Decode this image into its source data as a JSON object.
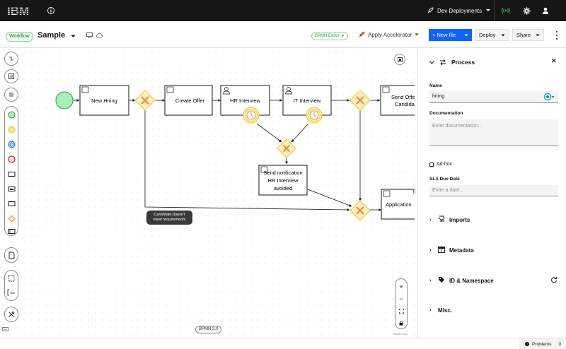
{
  "masthead": {
    "logo": "IBM",
    "deployment_label": "Dev Deployments",
    "icons": [
      "info-icon",
      "rocket-icon",
      "chevron-down-icon",
      "broadcast-icon",
      "settings-icon",
      "user-icon"
    ]
  },
  "toolbar": {
    "tag": "Workflow",
    "file_name": "Sample",
    "editor_tag": "BPMN Editor",
    "accelerator_label": "Apply Accelerator",
    "new_file_label": "+ New file",
    "deploy_label": "Deploy",
    "share_label": "Share",
    "colors": {
      "primary": "#0f62fe",
      "dark": "#161616",
      "green_tag": "#24a148"
    }
  },
  "diagram": {
    "tasks": {
      "new_hiring": "New Hiring",
      "create_offer": "Create Offer",
      "hr_interview": "HR Interview",
      "it_interview": "IT Interview",
      "send_offer_line1": "Send Offe",
      "send_offer_line2": "Candida",
      "notify_line1": "Send notification",
      "notify_line2": "HR Interview",
      "notify_line3": "avoided",
      "application": "Application"
    },
    "condition_line1": "Candidate doesn't",
    "condition_line2": "meet requirements",
    "badge": "BPMN 2.0",
    "react_flow": "React Flow",
    "colors": {
      "gateway": "#f1c21b",
      "gateway_x": "#ff832b",
      "timer": "#f1c21b",
      "start": "#24a148"
    }
  },
  "zoom": {
    "zoom_in": "+",
    "zoom_out": "−"
  },
  "panel": {
    "title": "Process",
    "name_label": "Name",
    "name_value": "hiring",
    "doc_label": "Documentation",
    "doc_placeholder": "Enter documentation...",
    "adhoc_label": "Ad-hoc",
    "sla_label": "SLA Due Date",
    "sla_placeholder": "Enter a date...",
    "sections": [
      "Imports",
      "Metadata",
      "ID & Namespace",
      "Misc."
    ]
  },
  "statusbar": {
    "problems_label": "Problems",
    "problems_count": "0"
  }
}
